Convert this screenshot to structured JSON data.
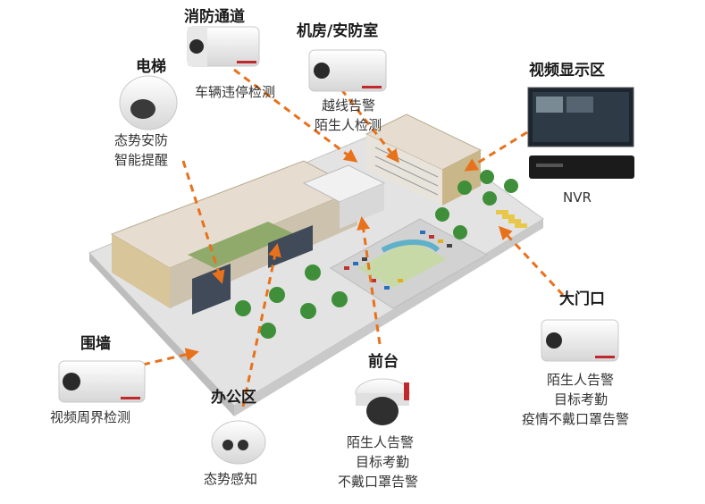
{
  "zones": {
    "fire_lane": {
      "title": "消防通道",
      "features": [
        "车辆违停检测"
      ]
    },
    "machine_room": {
      "title": "机房/安防室",
      "features": [
        "越线告警",
        "陌生人检测"
      ]
    },
    "elevator": {
      "title": "电梯",
      "features": [
        "态势安防",
        "智能提醒"
      ]
    },
    "video_display": {
      "title": "视频显示区",
      "device": "NVR"
    },
    "main_gate": {
      "title": "大门口",
      "features": [
        "陌生人告警",
        "目标考勤",
        "疫情不戴口罩告警"
      ]
    },
    "perimeter_wall": {
      "title": "围墙",
      "features": [
        "视频周界检测"
      ]
    },
    "front_desk": {
      "title": "前台",
      "features": [
        "陌生人告警",
        "目标考勤",
        "不戴口罩告警"
      ]
    },
    "office_area": {
      "title": "办公区",
      "features": [
        "态势感知"
      ]
    }
  },
  "colors": {
    "arrow": "#e8711c",
    "camera_body": "#f2f2f2",
    "camera_accent": "#c0282d",
    "roof": "#e6ddd0",
    "wall": "#d9c59a",
    "lawn": "#c9d7a8",
    "tree": "#3f8f3a",
    "ground": "#d8d8d8",
    "monitor": "#1d2630"
  }
}
